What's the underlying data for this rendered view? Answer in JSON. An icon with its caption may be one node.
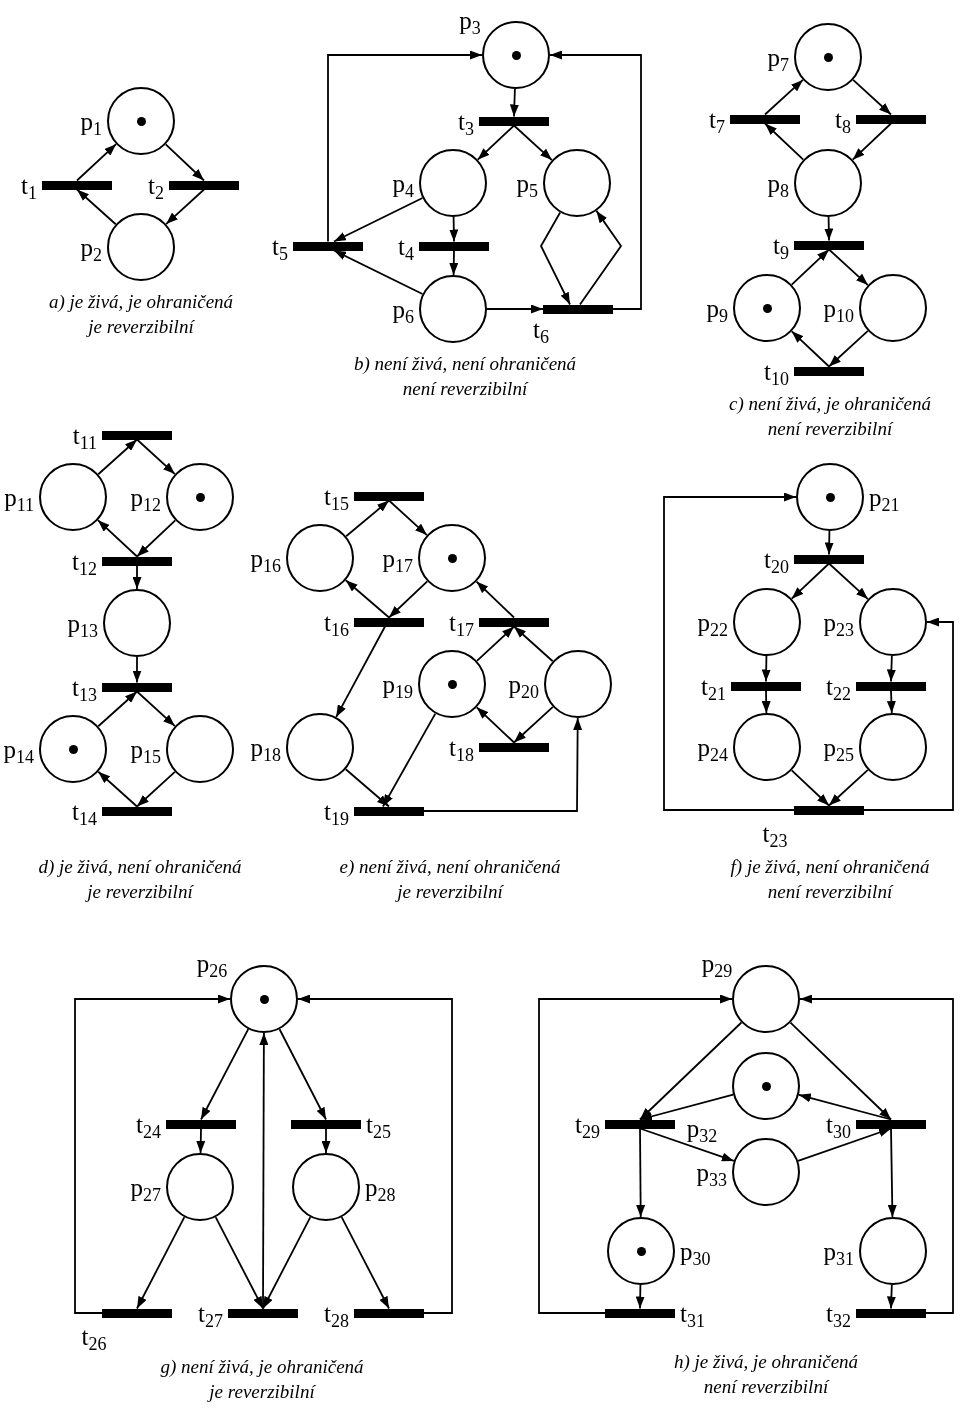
{
  "diagram": {
    "nodes": [
      {
        "text": [],
        "shape": "circle",
        "beside": [
          "p$_{1}$"
        ]
      },
      {
        "text": [],
        "shape": "dot",
        "in": 0
      },
      {
        "text": [],
        "shape": "bar",
        "beside": [
          "t$_{1}$"
        ]
      },
      {
        "text": [],
        "shape": "bar",
        "beside": [
          "t$_{2}$"
        ]
      },
      {
        "text": [],
        "shape": "circle",
        "beside": [
          "p$_{2}$"
        ]
      },
      {
        "text": [],
        "shape": "circle",
        "beside": [
          "p$_{3}$"
        ]
      },
      {
        "text": [],
        "shape": "dot",
        "in": 5
      },
      {
        "text": [],
        "shape": "bar",
        "beside": [
          "t$_{3}$"
        ]
      },
      {
        "text": [],
        "shape": "circle",
        "beside": [
          "p$_{4}$"
        ]
      },
      {
        "text": [],
        "shape": "circle",
        "beside": [
          "p$_{5}$"
        ]
      },
      {
        "text": [],
        "shape": "bar",
        "beside": [
          "t$_{5}$"
        ]
      },
      {
        "text": [],
        "shape": "bar",
        "beside": [
          "t$_{4}$"
        ]
      },
      {
        "text": [],
        "shape": "circle",
        "beside": [
          "p$_{6}$"
        ]
      },
      {
        "text": [],
        "shape": "bar",
        "beside": [
          "t$_{6}$"
        ]
      },
      {
        "text": [],
        "shape": "circle",
        "beside": [
          "p$_{7}$"
        ]
      },
      {
        "text": [],
        "shape": "dot",
        "in": 14
      },
      {
        "text": [],
        "shape": "bar",
        "beside": [
          "t$_{7}$"
        ]
      },
      {
        "text": [],
        "shape": "bar",
        "beside": [
          "t$_{8}$"
        ]
      },
      {
        "text": [],
        "shape": "circle",
        "beside": [
          "p$_{8}$"
        ]
      },
      {
        "text": [],
        "shape": "bar",
        "beside": [
          "t$_{9}$"
        ]
      },
      {
        "text": [],
        "shape": "circle",
        "beside": [
          "p$_{9}$"
        ]
      },
      {
        "text": [],
        "shape": "dot",
        "in": 20
      },
      {
        "text": [],
        "shape": "circle",
        "beside": [
          "p$_{10}$"
        ]
      },
      {
        "text": [],
        "shape": "bar",
        "beside": [
          "t$_{10}$"
        ]
      },
      {
        "text": [],
        "shape": "bar",
        "beside": [
          "t$_{11}$"
        ]
      },
      {
        "text": [],
        "shape": "circle",
        "beside": [
          "p$_{11}$"
        ]
      },
      {
        "text": [],
        "shape": "circle",
        "beside": [
          "p$_{12}$"
        ]
      },
      {
        "text": [],
        "shape": "dot",
        "in": 26
      },
      {
        "text": [],
        "shape": "bar",
        "beside": [
          "t$_{12}$"
        ]
      },
      {
        "text": [],
        "shape": "circle",
        "beside": [
          "p$_{13}$"
        ]
      },
      {
        "text": [],
        "shape": "bar",
        "beside": [
          "t$_{13}$"
        ]
      },
      {
        "text": [],
        "shape": "circle",
        "beside": [
          "p$_{14}$"
        ]
      },
      {
        "text": [],
        "shape": "dot",
        "in": 31
      },
      {
        "text": [],
        "shape": "circle",
        "beside": [
          "p$_{15}$"
        ]
      },
      {
        "text": [],
        "shape": "bar",
        "beside": [
          "t$_{14}$"
        ]
      },
      {
        "text": [],
        "shape": "bar",
        "beside": [
          "t$_{15}$"
        ]
      },
      {
        "text": [],
        "shape": "circle",
        "beside": [
          "p$_{16}$"
        ]
      },
      {
        "text": [],
        "shape": "circle",
        "beside": [
          "p$_{17}$"
        ]
      },
      {
        "text": [],
        "shape": "dot",
        "in": 37
      },
      {
        "text": [],
        "shape": "bar",
        "beside": [
          "t$_{16}$"
        ]
      },
      {
        "text": [],
        "shape": "bar",
        "beside": [
          "t$_{17}$"
        ]
      },
      {
        "text": [],
        "shape": "circle",
        "beside": [
          "p$_{19}$"
        ]
      },
      {
        "text": [],
        "shape": "dot",
        "in": 41
      },
      {
        "text": [],
        "shape": "circle",
        "beside": [
          "p$_{20}$"
        ]
      },
      {
        "text": [],
        "shape": "circle",
        "beside": [
          "p$_{18}$"
        ]
      },
      {
        "text": [],
        "shape": "bar",
        "beside": [
          "t$_{18}$"
        ]
      },
      {
        "text": [],
        "shape": "bar",
        "beside": [
          "t$_{19}$"
        ]
      },
      {
        "text": [],
        "shape": "circle",
        "beside": [
          "p$_{21}$"
        ]
      },
      {
        "text": [],
        "shape": "dot",
        "in": 47
      },
      {
        "text": [],
        "shape": "bar",
        "beside": [
          "t$_{20}$"
        ]
      },
      {
        "text": [],
        "shape": "circle",
        "beside": [
          "p$_{22}$"
        ]
      },
      {
        "text": [],
        "shape": "circle",
        "beside": [
          "p$_{23}$"
        ]
      },
      {
        "text": [],
        "shape": "bar",
        "beside": [
          "t$_{21}$"
        ]
      },
      {
        "text": [],
        "shape": "bar",
        "beside": [
          "t$_{22}$"
        ]
      },
      {
        "text": [],
        "shape": "circle",
        "beside": [
          "p$_{24}$"
        ]
      },
      {
        "text": [],
        "shape": "circle",
        "beside": [
          "p$_{25}$"
        ]
      },
      {
        "text": [],
        "shape": "bar",
        "beside": [
          "t$_{23}$"
        ]
      },
      {
        "text": [],
        "shape": "circle",
        "beside": [
          "p$_{26}$"
        ]
      },
      {
        "text": [],
        "shape": "dot",
        "in": 57
      },
      {
        "text": [],
        "shape": "bar",
        "beside": [
          "t$_{24}$"
        ]
      },
      {
        "text": [],
        "shape": "bar",
        "beside": [
          "t$_{25}$"
        ]
      },
      {
        "text": [],
        "shape": "circle",
        "beside": [
          "p$_{27}$"
        ]
      },
      {
        "text": [],
        "shape": "circle",
        "beside": [
          "p$_{28}$"
        ]
      },
      {
        "text": [],
        "shape": "bar",
        "beside": [
          "t$_{26}$"
        ]
      },
      {
        "text": [],
        "shape": "bar",
        "beside": [
          "t$_{27}$"
        ]
      },
      {
        "text": [],
        "shape": "bar",
        "beside": [
          "t$_{28}$"
        ]
      },
      {
        "text": [],
        "shape": "circle",
        "beside": [
          "p$_{29}$"
        ]
      },
      {
        "text": [],
        "shape": "circle",
        "beside": [
          "p$_{32}$"
        ]
      },
      {
        "text": [],
        "shape": "dot",
        "in": 67
      },
      {
        "text": [],
        "shape": "bar",
        "beside": [
          "t$_{29}$"
        ]
      },
      {
        "text": [],
        "shape": "bar",
        "beside": [
          "t$_{30}$"
        ]
      },
      {
        "text": [],
        "shape": "circle",
        "beside": [
          "p$_{33}$"
        ]
      },
      {
        "text": [],
        "shape": "circle",
        "beside": [
          "p$_{30}$"
        ]
      },
      {
        "text": [],
        "shape": "dot",
        "in": 72
      },
      {
        "text": [],
        "shape": "circle",
        "beside": [
          "p$_{31}$"
        ]
      },
      {
        "text": [],
        "shape": "bar",
        "beside": [
          "t$_{31}$"
        ]
      },
      {
        "text": [],
        "shape": "bar",
        "beside": [
          "t$_{32}$"
        ]
      }
    ],
    "edges": [
      {
        "from": 2,
        "to": 0,
        "arrow": "to"
      },
      {
        "from": 0,
        "to": 3,
        "arrow": "to"
      },
      {
        "from": 3,
        "to": 4,
        "arrow": "to"
      },
      {
        "from": 4,
        "to": 2,
        "arrow": "to"
      },
      {
        "from": 5,
        "to": 7,
        "arrow": "to"
      },
      {
        "from": 7,
        "to": 8,
        "arrow": "to"
      },
      {
        "from": 7,
        "to": 9,
        "arrow": "to"
      },
      {
        "from": 8,
        "to": 11,
        "arrow": "to"
      },
      {
        "from": 11,
        "to": 12,
        "arrow": "to"
      },
      {
        "from": 8,
        "to": 10,
        "arrow": "to"
      },
      {
        "from": 12,
        "to": 10,
        "arrow": "to"
      },
      {
        "from": 10,
        "to": 5,
        "arrow": "to"
      },
      {
        "from": 12,
        "to": 13,
        "arrow": "to"
      },
      {
        "from": 9,
        "to": 13,
        "arrow": "to"
      },
      {
        "from": 13,
        "to": 9,
        "arrow": "to"
      },
      {
        "from": 13,
        "to": 5,
        "arrow": "to"
      },
      {
        "from": 16,
        "to": 14,
        "arrow": "to"
      },
      {
        "from": 14,
        "to": 17,
        "arrow": "to"
      },
      {
        "from": 17,
        "to": 18,
        "arrow": "to"
      },
      {
        "from": 18,
        "to": 16,
        "arrow": "to"
      },
      {
        "from": 18,
        "to": 19,
        "arrow": "to"
      },
      {
        "from": 19,
        "to": 22,
        "arrow": "to"
      },
      {
        "from": 20,
        "to": 19,
        "arrow": "to"
      },
      {
        "from": 22,
        "to": 23,
        "arrow": "to"
      },
      {
        "from": 23,
        "to": 20,
        "arrow": "to"
      },
      {
        "from": 25,
        "to": 24,
        "arrow": "to"
      },
      {
        "from": 24,
        "to": 26,
        "arrow": "to"
      },
      {
        "from": 26,
        "to": 28,
        "arrow": "to"
      },
      {
        "from": 28,
        "to": 25,
        "arrow": "to"
      },
      {
        "from": 28,
        "to": 29,
        "arrow": "to"
      },
      {
        "from": 29,
        "to": 30,
        "arrow": "to"
      },
      {
        "from": 31,
        "to": 30,
        "arrow": "to"
      },
      {
        "from": 30,
        "to": 33,
        "arrow": "to"
      },
      {
        "from": 33,
        "to": 34,
        "arrow": "to"
      },
      {
        "from": 34,
        "to": 31,
        "arrow": "to"
      },
      {
        "from": 36,
        "to": 35,
        "arrow": "to"
      },
      {
        "from": 35,
        "to": 37,
        "arrow": "to"
      },
      {
        "from": 37,
        "to": 39,
        "arrow": "to"
      },
      {
        "from": 39,
        "to": 36,
        "arrow": "to"
      },
      {
        "from": 39,
        "to": 44,
        "arrow": "to"
      },
      {
        "from": 40,
        "to": 37,
        "arrow": "to"
      },
      {
        "from": 41,
        "to": 40,
        "arrow": "to"
      },
      {
        "from": 43,
        "to": 40,
        "arrow": "to"
      },
      {
        "from": 45,
        "to": 41,
        "arrow": "to"
      },
      {
        "from": 43,
        "to": 45,
        "arrow": "to"
      },
      {
        "from": 44,
        "to": 46,
        "arrow": "to"
      },
      {
        "from": 41,
        "to": 46,
        "arrow": "to"
      },
      {
        "from": 46,
        "to": 43,
        "arrow": "to"
      },
      {
        "from": 47,
        "to": 49,
        "arrow": "to"
      },
      {
        "from": 49,
        "to": 50,
        "arrow": "to"
      },
      {
        "from": 49,
        "to": 51,
        "arrow": "to"
      },
      {
        "from": 50,
        "to": 52,
        "arrow": "to"
      },
      {
        "from": 52,
        "to": 54,
        "arrow": "to"
      },
      {
        "from": 51,
        "to": 53,
        "arrow": "to"
      },
      {
        "from": 53,
        "to": 55,
        "arrow": "to"
      },
      {
        "from": 54,
        "to": 56,
        "arrow": "to"
      },
      {
        "from": 55,
        "to": 56,
        "arrow": "to"
      },
      {
        "from": 56,
        "to": 47,
        "arrow": "to"
      },
      {
        "from": 56,
        "to": 51,
        "arrow": "to"
      },
      {
        "from": 57,
        "to": 59,
        "arrow": "to"
      },
      {
        "from": 57,
        "to": 60,
        "arrow": "to"
      },
      {
        "from": 59,
        "to": 61,
        "arrow": "to"
      },
      {
        "from": 60,
        "to": 62,
        "arrow": "to"
      },
      {
        "from": 61,
        "to": 63,
        "arrow": "to"
      },
      {
        "from": 61,
        "to": 64,
        "arrow": "to"
      },
      {
        "from": 62,
        "to": 64,
        "arrow": "to"
      },
      {
        "from": 62,
        "to": 65,
        "arrow": "to"
      },
      {
        "from": 64,
        "to": 57,
        "arrow": "to"
      },
      {
        "from": 63,
        "to": 57,
        "arrow": "to"
      },
      {
        "from": 65,
        "to": 57,
        "arrow": "to"
      },
      {
        "from": 66,
        "to": 69,
        "arrow": "to"
      },
      {
        "from": 66,
        "to": 70,
        "arrow": "to"
      },
      {
        "from": 67,
        "to": 69,
        "arrow": "to"
      },
      {
        "from": 70,
        "to": 67,
        "arrow": "to"
      },
      {
        "from": 69,
        "to": 71,
        "arrow": "to"
      },
      {
        "from": 71,
        "to": 70,
        "arrow": "to"
      },
      {
        "from": 69,
        "to": 72,
        "arrow": "to"
      },
      {
        "from": 70,
        "to": 74,
        "arrow": "to"
      },
      {
        "from": 72,
        "to": 75,
        "arrow": "to"
      },
      {
        "from": 74,
        "to": 76,
        "arrow": "to"
      },
      {
        "from": 75,
        "to": 66,
        "arrow": "to"
      },
      {
        "from": 76,
        "to": 66,
        "arrow": "to"
      }
    ],
    "labels": [
      "a) je živá, je ohraničená je reverzibilní",
      "b) není živá, není ohraničená není reverzibilní",
      "c) není živá, je ohraničená není reverzibilní",
      "d) je živá, není ohraničená je reverzibilní",
      "e) není živá, není ohraničená je reverzibilní",
      "f) je živá, není ohraničená není reverzibilní",
      "g) není živá, je ohraničená je reverzibilní",
      "h) je živá, je ohraničená není reverzibilní"
    ]
  }
}
